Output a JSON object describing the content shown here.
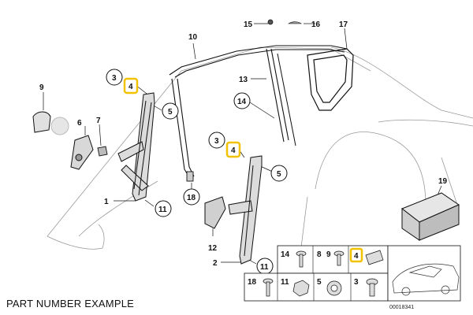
{
  "caption": "PART NUMBER EXAMPLE",
  "diagram_code": "00018341",
  "highlight_color": "#f2c200",
  "callouts": {
    "c9": "9",
    "c6": "6",
    "c7": "7",
    "c1": "1",
    "c11a": "11",
    "c3a": "3",
    "c4a": "4",
    "c5a": "5",
    "c10": "10",
    "c15": "15",
    "c16": "16",
    "c17": "17",
    "c13": "13",
    "c14": "14",
    "c3b": "3",
    "c4b": "4",
    "c5b": "5",
    "c18": "18",
    "c12": "12",
    "c2": "2",
    "c11b": "11",
    "c19": "19"
  },
  "parts_grid": {
    "t14": "14",
    "t8": "8",
    "t9": "9",
    "t4": "4",
    "t18": "18",
    "t11": "11",
    "t5": "5",
    "t3": "3"
  }
}
